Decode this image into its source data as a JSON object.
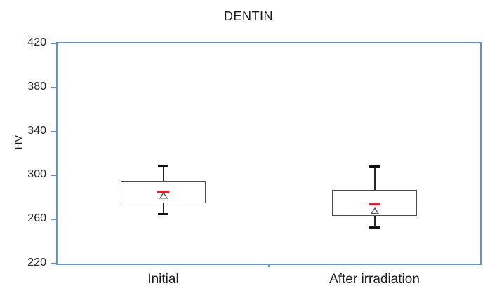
{
  "chart_data": {
    "type": "box",
    "title": "DENTIN",
    "ylabel": "HV",
    "xlabel": "",
    "categories": [
      "Initial",
      "After irradiation"
    ],
    "ylim": [
      220,
      420
    ],
    "yticks": [
      420,
      380,
      340,
      300,
      260,
      220
    ],
    "grid": false,
    "legend_position": "none",
    "series": [
      {
        "name": "Initial",
        "whisker_low": 265,
        "q1": 275,
        "median": 285,
        "mean": 284,
        "q3": 295,
        "whisker_high": 309
      },
      {
        "name": "After irradiation",
        "whisker_low": 253,
        "q1": 263,
        "median": 274,
        "mean": 270,
        "q3": 287,
        "whisker_high": 308
      }
    ],
    "colors": {
      "plot_border": "#5e94d4",
      "tick": "#5e94d4",
      "box_border": "#4d4d4d",
      "box_fill": "#ffffff",
      "whisker": "#262626",
      "cap": "#111111",
      "median": "#ee1c25",
      "mean_fill": "#ffffff",
      "mean_border": "#4d4d4d",
      "text": "#1a1a1a"
    }
  }
}
